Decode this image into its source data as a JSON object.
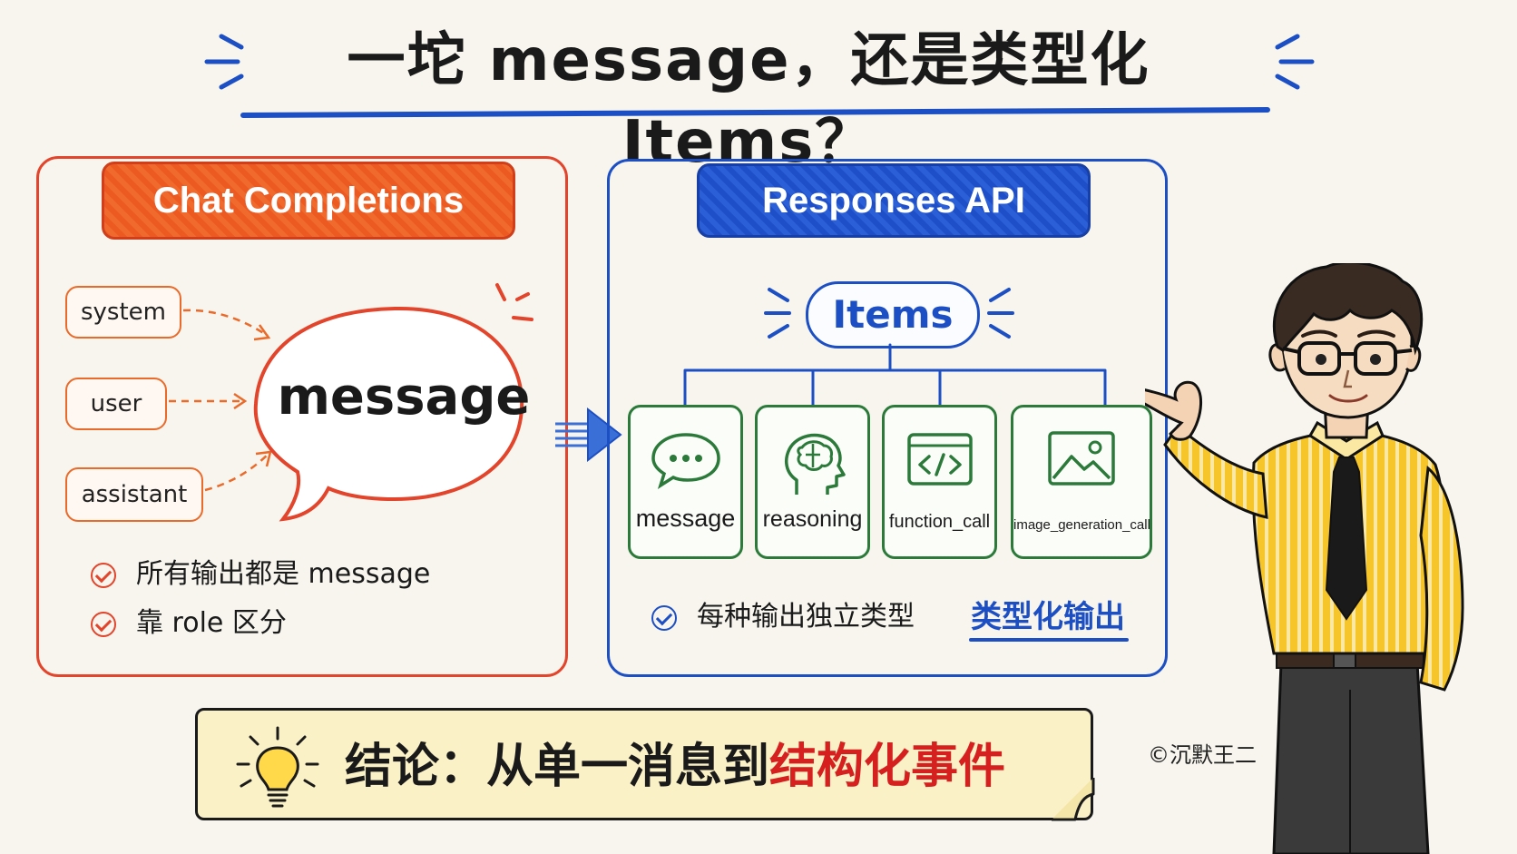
{
  "title": {
    "text": "一坨 message，还是类型化 Items？"
  },
  "left_panel": {
    "header": "Chat Completions",
    "roles": [
      "system",
      "user",
      "assistant"
    ],
    "bubble_label": "message",
    "checks": [
      "所有输出都是 message",
      "靠 role 区分"
    ]
  },
  "right_panel": {
    "header": "Responses API",
    "root_label": "Items",
    "items": [
      {
        "label": "message",
        "icon": "chat-bubble-icon"
      },
      {
        "label": "reasoning",
        "icon": "brain-head-icon"
      },
      {
        "label": "function_call",
        "icon": "code-icon"
      },
      {
        "label": "image_generation_call",
        "icon": "image-icon"
      }
    ],
    "check": "每种输出独立类型",
    "highlight": "类型化输出"
  },
  "conclusion": {
    "prefix": "结论：从单一消息到",
    "highlight": "结构化事件"
  },
  "copyright": "©沉默王二",
  "colors": {
    "left_accent": "#e2452b",
    "header_orange": "#ec5a22",
    "right_accent": "#1d4fc4",
    "card_green": "#2b7a3a",
    "highlight_red": "#d62020",
    "banner_yellow": "#fbf1c6"
  }
}
